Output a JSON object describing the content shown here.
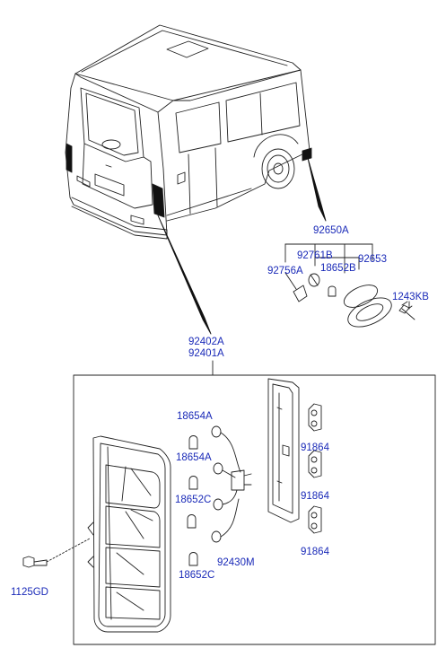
{
  "labels": {
    "upper_assembly": "92650A",
    "bulb_socket_upper": "92761B",
    "holder": "92756A",
    "bulb_upper": "18652B",
    "lamp_side": "92653",
    "screw_upper": "1243KB",
    "lamp_assembly_a": "92402A",
    "lamp_assembly_b": "92401A",
    "bulb_1": "18654A",
    "bulb_2": "18654A",
    "bulb_3": "18652C",
    "wiring": "92430M",
    "bulb_4": "18652C",
    "socket_1": "91864",
    "socket_2": "91864",
    "socket_3": "91864",
    "screw_lower": "1125GD"
  },
  "colors": {
    "label": "#1a2ab8",
    "line": "#222222",
    "fill_dark": "#111111"
  }
}
